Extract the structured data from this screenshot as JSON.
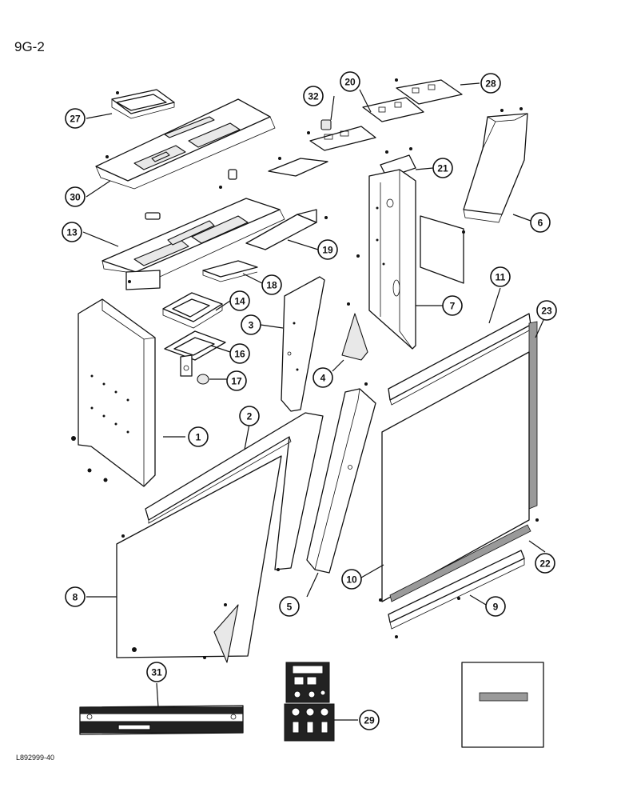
{
  "page": {
    "label": "9G-2",
    "reference": "L892999-40"
  },
  "callouts": [
    {
      "id": "c1",
      "num": "1"
    },
    {
      "id": "c2",
      "num": "2"
    },
    {
      "id": "c3",
      "num": "3"
    },
    {
      "id": "c4",
      "num": "4"
    },
    {
      "id": "c5",
      "num": "5"
    },
    {
      "id": "c6",
      "num": "6"
    },
    {
      "id": "c7",
      "num": "7"
    },
    {
      "id": "c8",
      "num": "8"
    },
    {
      "id": "c9",
      "num": "9"
    },
    {
      "id": "c10",
      "num": "10"
    },
    {
      "id": "c11",
      "num": "11"
    },
    {
      "id": "c13",
      "num": "13"
    },
    {
      "id": "c14",
      "num": "14"
    },
    {
      "id": "c16",
      "num": "16"
    },
    {
      "id": "c17",
      "num": "17"
    },
    {
      "id": "c18",
      "num": "18"
    },
    {
      "id": "c19",
      "num": "19"
    },
    {
      "id": "c20",
      "num": "20"
    },
    {
      "id": "c21",
      "num": "21"
    },
    {
      "id": "c22",
      "num": "22"
    },
    {
      "id": "c23",
      "num": "23"
    },
    {
      "id": "c27",
      "num": "27"
    },
    {
      "id": "c28",
      "num": "28"
    },
    {
      "id": "c29",
      "num": "29"
    },
    {
      "id": "c30",
      "num": "30"
    },
    {
      "id": "c31",
      "num": "31"
    },
    {
      "id": "c32",
      "num": "32"
    }
  ]
}
